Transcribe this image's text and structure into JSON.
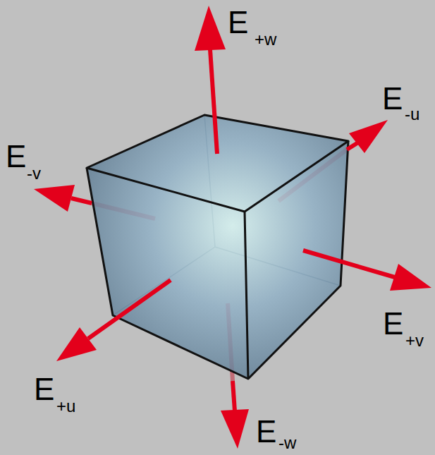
{
  "diagram": {
    "labels": [
      "E",
      "+w",
      "E",
      "-u",
      "E",
      "-v",
      "E",
      "+v",
      "E",
      "+u",
      "E",
      "-w"
    ]
  }
}
